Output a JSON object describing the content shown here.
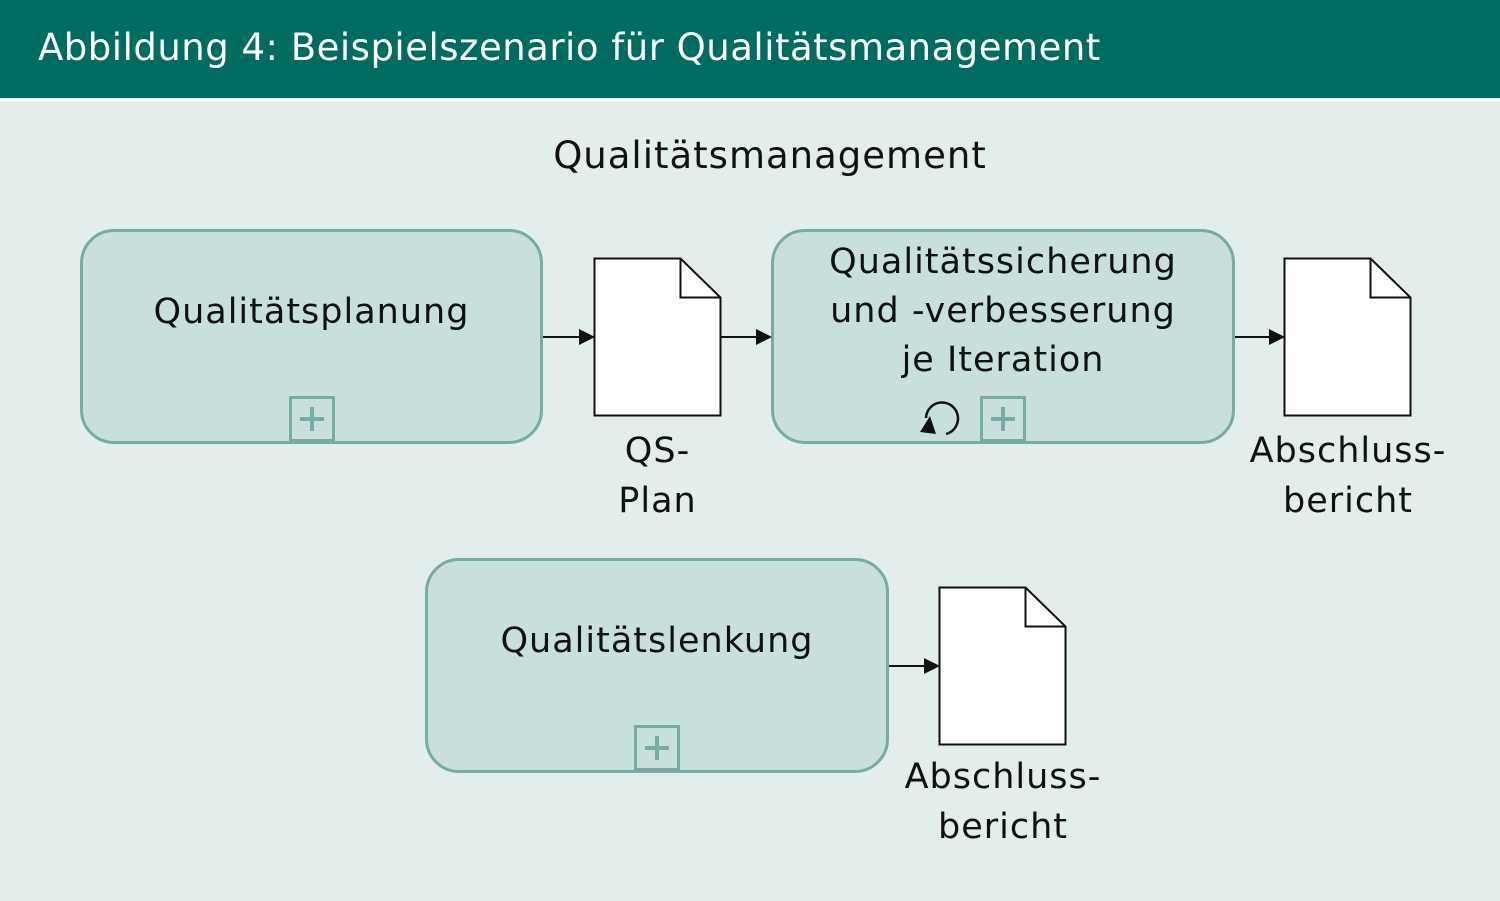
{
  "header": {
    "title": "Abbildung 4: Beispielszenario für Qualitätsmanagement"
  },
  "diagram": {
    "title": "Qualitätsmanagement",
    "tasks": [
      {
        "label_lines": [
          "Qualitätsplanung"
        ]
      },
      {
        "label_lines": [
          "Qualitätssicherung",
          "und -verbesserung",
          "je Iteration"
        ]
      },
      {
        "label_lines": [
          "Qualitätslenkung"
        ]
      }
    ],
    "documents": [
      {
        "label_lines": [
          "QS-",
          "Plan"
        ]
      },
      {
        "label_lines": [
          "Abschluss-",
          "bericht"
        ]
      },
      {
        "label_lines": [
          "Abschluss-",
          "bericht"
        ]
      }
    ],
    "colors": {
      "header_bg": "#006b5f",
      "background": "#e3edeb",
      "task_fill": "#c9dfdc",
      "task_border": "#76aca4"
    },
    "icons": {
      "subprocess_marker": "plus-square-icon",
      "loop_marker": "loop-arrow-icon"
    }
  }
}
